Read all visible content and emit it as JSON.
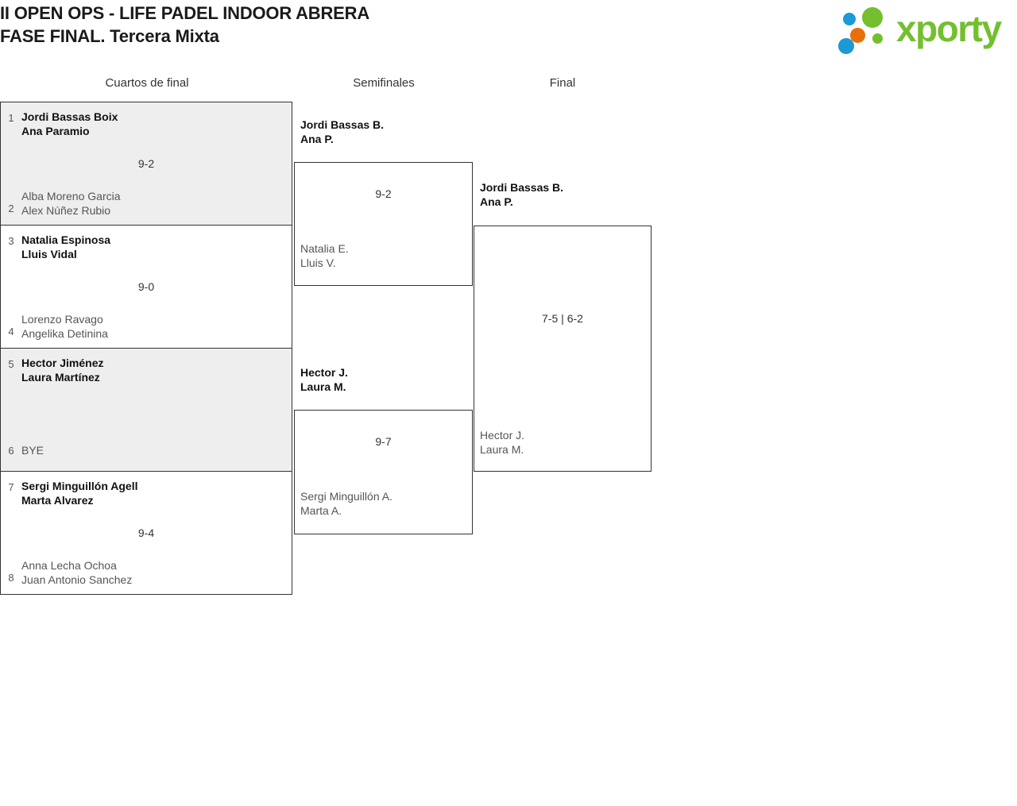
{
  "tournament": {
    "title_line1": "II OPEN OPS - LIFE PADEL INDOOR ABRERA",
    "title_line2": "FASE FINAL. Tercera Mixta"
  },
  "brand": {
    "name": "xporty",
    "green": "#73bf2e",
    "blue": "#1b9ad6",
    "orange": "#e8700a"
  },
  "rounds": {
    "quarterfinals_label": "Cuartos de final",
    "semifinals_label": "Semifinales",
    "final_label": "Final"
  },
  "quarterfinals": [
    {
      "seed_top": "1",
      "top_player1": "Jordi Bassas Boix",
      "top_player2": "Ana Paramio",
      "seed_bottom": "2",
      "bottom_player1": "Alba Moreno Garcia",
      "bottom_player2": "Alex Núñez Rubio",
      "score": "9-2"
    },
    {
      "seed_top": "3",
      "top_player1": "Natalia Espinosa",
      "top_player2": "Lluis Vidal",
      "seed_bottom": "4",
      "bottom_player1": "Lorenzo Ravago",
      "bottom_player2": "Angelika Detinina",
      "score": "9-0"
    },
    {
      "seed_top": "5",
      "top_player1": "Hector Jiménez",
      "top_player2": "Laura Martínez",
      "seed_bottom": "6",
      "bottom_player1": "BYE",
      "bottom_player2": "",
      "score": ""
    },
    {
      "seed_top": "7",
      "top_player1": "Sergi Minguillón Agell",
      "top_player2": "Marta Alvarez",
      "seed_bottom": "8",
      "bottom_player1": "Anna Lecha Ochoa",
      "bottom_player2": "Juan Antonio Sanchez",
      "score": "9-4"
    }
  ],
  "semifinals": [
    {
      "winner_player1": "Jordi Bassas B.",
      "winner_player2": "Ana P.",
      "loser_player1": "Natalia E.",
      "loser_player2": "Lluis V.",
      "score": "9-2"
    },
    {
      "winner_player1": "Hector J.",
      "winner_player2": "Laura M.",
      "loser_player1": "Sergi Minguillón A.",
      "loser_player2": "Marta A.",
      "score": "9-7"
    }
  ],
  "final": {
    "winner_player1": "Jordi Bassas B.",
    "winner_player2": "Ana P.",
    "loser_player1": "Hector J.",
    "loser_player2": "Laura M.",
    "score": "7-5 | 6-2"
  }
}
